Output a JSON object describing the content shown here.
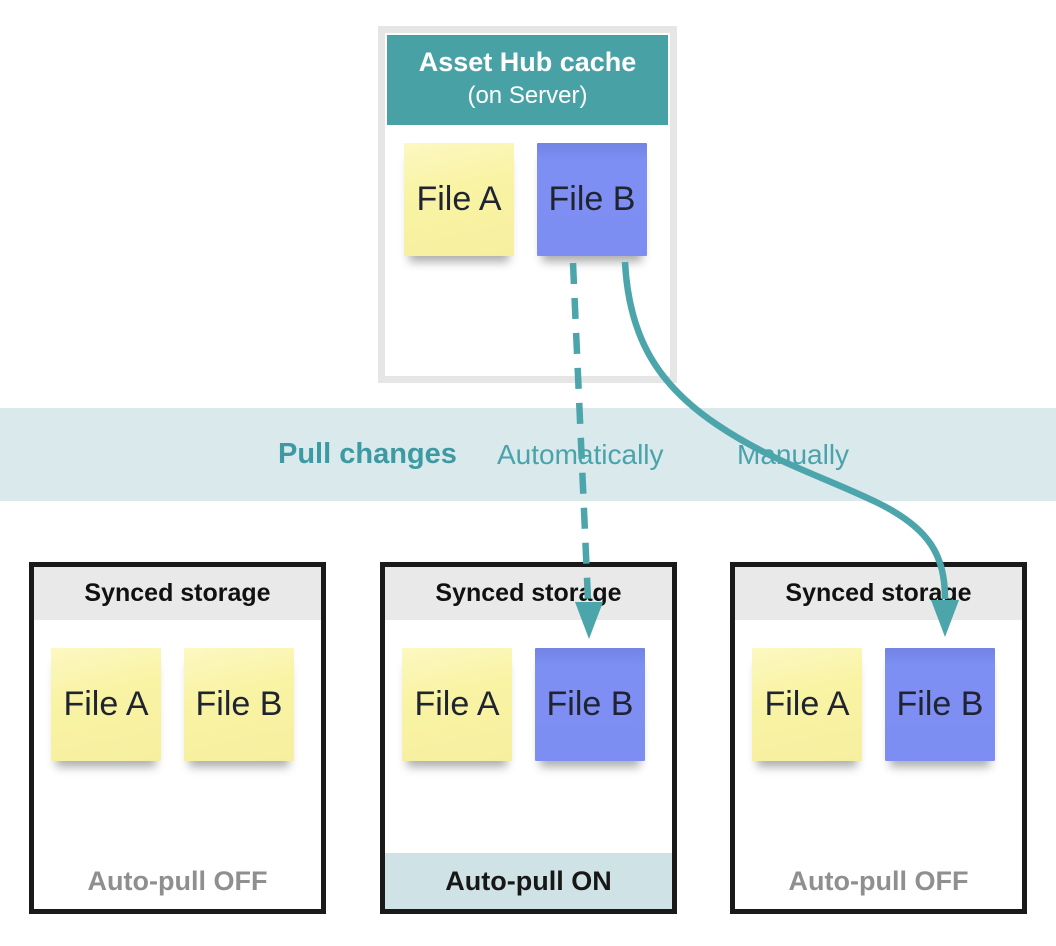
{
  "colors": {
    "teal_header": "#48a2a5",
    "teal_arrow": "#4ba5ab",
    "teal_text_bold": "#3d9aa2",
    "teal_text": "#4aa3ab",
    "band_bg": "#d9e9ec",
    "footer_on_bg": "#cfe3e6",
    "note_yellow": "#f9f3a4",
    "note_blue": "#7d8df1",
    "storage_header_bg": "#e9e9e9",
    "storage_border": "#1a1a1a",
    "server_border": "#e6e6e6",
    "muted_text": "#8f8f8f"
  },
  "server_box": {
    "title": "Asset Hub cache",
    "subtitle": "(on Server)",
    "files": [
      {
        "label": "File A",
        "color": "yellow"
      },
      {
        "label": "File B",
        "color": "blue"
      }
    ]
  },
  "pull_band": {
    "title": "Pull changes",
    "mode_auto": "Automatically",
    "mode_manual": "Manually"
  },
  "storage_boxes": [
    {
      "title": "Synced storage",
      "files": [
        {
          "label": "File A",
          "color": "yellow"
        },
        {
          "label": "File B",
          "color": "yellow"
        }
      ],
      "status": "Auto-pull OFF",
      "status_state": "off"
    },
    {
      "title": "Synced storage",
      "files": [
        {
          "label": "File A",
          "color": "yellow"
        },
        {
          "label": "File B",
          "color": "blue"
        }
      ],
      "status": "Auto-pull ON",
      "status_state": "on"
    },
    {
      "title": "Synced storage",
      "files": [
        {
          "label": "File A",
          "color": "yellow"
        },
        {
          "label": "File B",
          "color": "blue"
        }
      ],
      "status": "Auto-pull OFF",
      "status_state": "off"
    }
  ],
  "arrows": [
    {
      "name": "auto-pull-arrow",
      "style": "dashed"
    },
    {
      "name": "manual-pull-arrow",
      "style": "solid"
    }
  ]
}
